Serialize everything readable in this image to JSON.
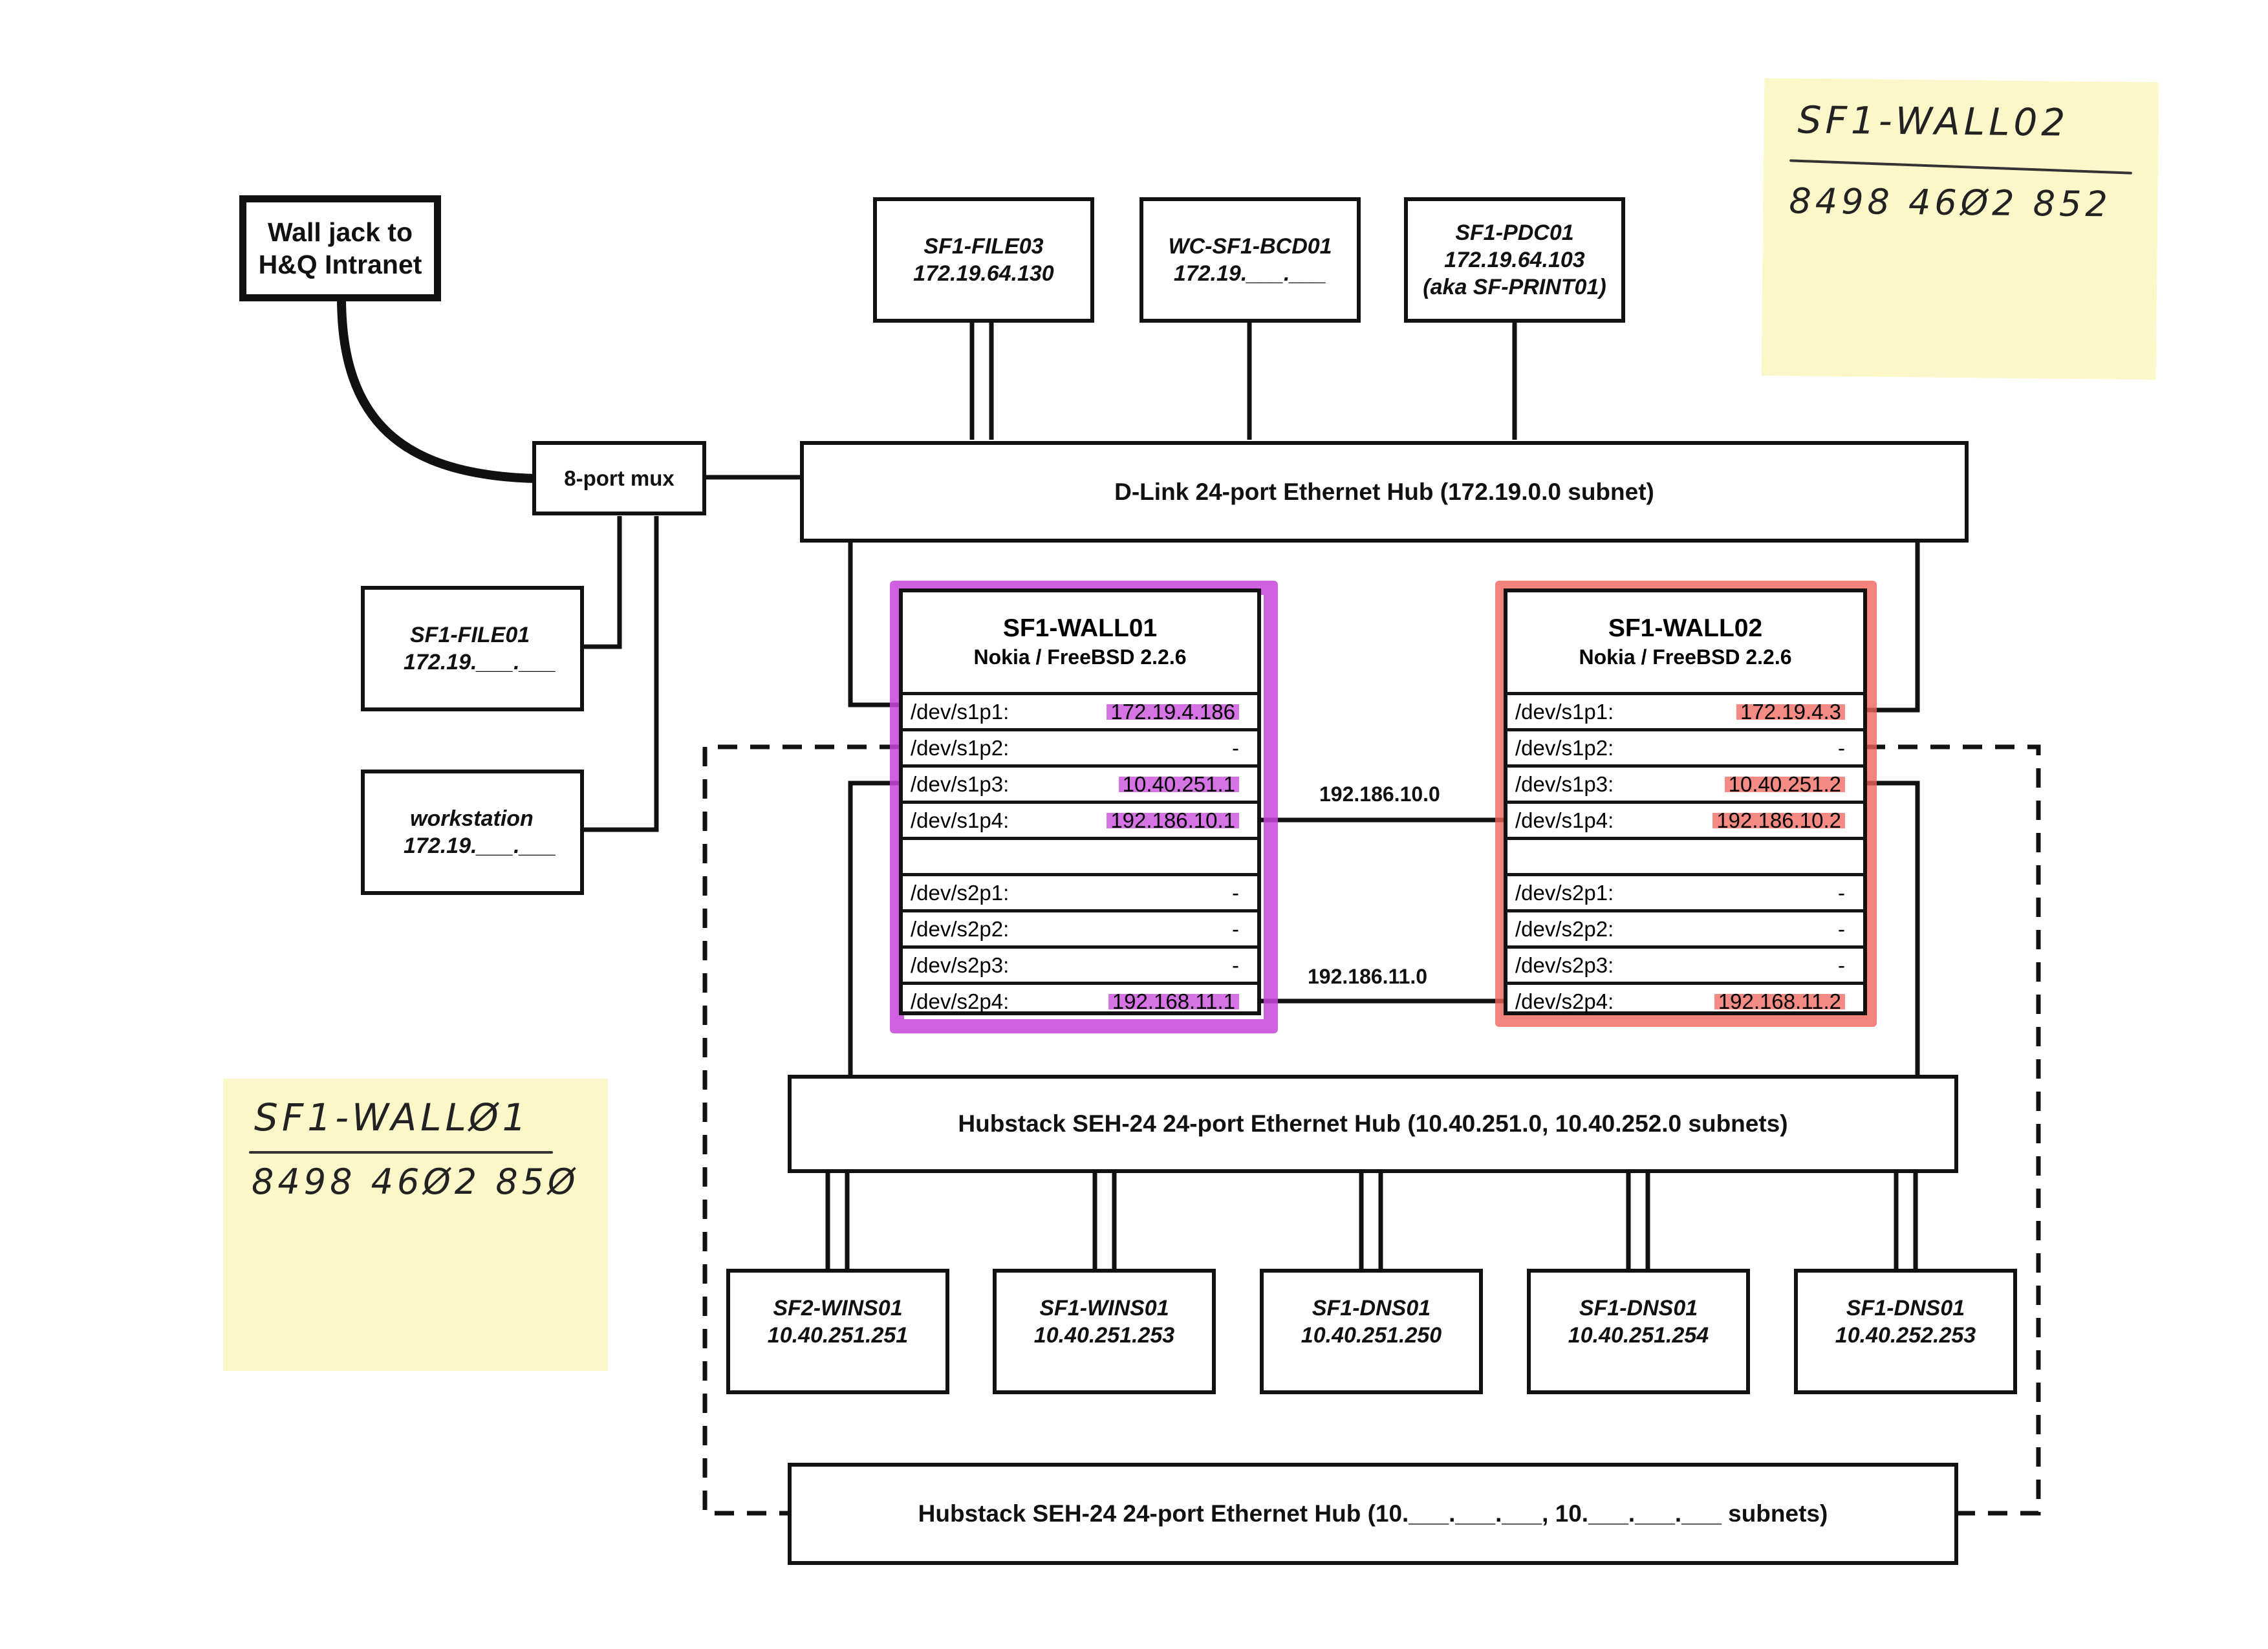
{
  "wall_jack": {
    "line1": "Wall jack to",
    "line2": "H&Q Intranet"
  },
  "mux": {
    "label": "8-port mux"
  },
  "top_servers": [
    {
      "name": "SF1-FILE03",
      "ip": "172.19.64.130"
    },
    {
      "name": "WC-SF1-BCD01",
      "ip": "172.19.___.___"
    },
    {
      "name": "SF1-PDC01",
      "ip": "172.19.64.103",
      "alias": "(aka SF-PRINT01)"
    }
  ],
  "left_hosts": [
    {
      "name": "SF1-FILE01",
      "ip": "172.19.___.___"
    },
    {
      "name": "workstation",
      "ip": "172.19.___.___"
    }
  ],
  "dlink_hub": {
    "label": "D-Link 24-port Ethernet Hub (172.19.0.0 subnet)"
  },
  "firewalls": [
    {
      "name": "SF1-WALL01",
      "os": "Nokia / FreeBSD 2.2.6",
      "highlight": "#c846dc",
      "ports": [
        {
          "iface": "/dev/s1p1:",
          "value": "172.19.4.186"
        },
        {
          "iface": "/dev/s1p2:",
          "value": "-"
        },
        {
          "iface": "/dev/s1p3:",
          "value": "10.40.251.1"
        },
        {
          "iface": "/dev/s1p4:",
          "value": "192.186.10.1"
        },
        {
          "iface": "/dev/s2p1:",
          "value": "-"
        },
        {
          "iface": "/dev/s2p2:",
          "value": "-"
        },
        {
          "iface": "/dev/s2p3:",
          "value": "-"
        },
        {
          "iface": "/dev/s2p4:",
          "value": "192.168.11.1"
        }
      ]
    },
    {
      "name": "SF1-WALL02",
      "os": "Nokia / FreeBSD 2.2.6",
      "highlight": "#f0645a",
      "ports": [
        {
          "iface": "/dev/s1p1:",
          "value": "172.19.4.3"
        },
        {
          "iface": "/dev/s1p2:",
          "value": "-"
        },
        {
          "iface": "/dev/s1p3:",
          "value": "10.40.251.2"
        },
        {
          "iface": "/dev/s1p4:",
          "value": "192.186.10.2"
        },
        {
          "iface": "/dev/s2p1:",
          "value": "-"
        },
        {
          "iface": "/dev/s2p2:",
          "value": "-"
        },
        {
          "iface": "/dev/s2p3:",
          "value": "-"
        },
        {
          "iface": "/dev/s2p4:",
          "value": "192.168.11.2"
        }
      ]
    }
  ],
  "links": {
    "net_10": "192.186.10.0",
    "net_11": "192.186.11.0"
  },
  "hubstack_1": {
    "label": "Hubstack SEH-24 24-port Ethernet Hub (10.40.251.0, 10.40.252.0 subnets)"
  },
  "bottom_servers": [
    {
      "name": "SF2-WINS01",
      "ip": "10.40.251.251"
    },
    {
      "name": "SF1-WINS01",
      "ip": "10.40.251.253"
    },
    {
      "name": "SF1-DNS01",
      "ip": "10.40.251.250"
    },
    {
      "name": "SF1-DNS01",
      "ip": "10.40.251.254"
    },
    {
      "name": "SF1-DNS01",
      "ip": "10.40.252.253"
    }
  ],
  "hubstack_2": {
    "label": "Hubstack SEH-24 24-port Ethernet Hub (10.___.___.___, 10.___.___.___ subnets)"
  },
  "sticky_notes": [
    {
      "title": "SF1-WALL02",
      "number": "8498 46Ø2 852"
    },
    {
      "title": "SF1-WALLØ1",
      "number": "8498 46Ø2 85Ø"
    }
  ],
  "colors": {
    "line": "#111111",
    "sticky": "#fbf7c8",
    "wall01": "#c846dc",
    "wall02": "#f0645a"
  }
}
